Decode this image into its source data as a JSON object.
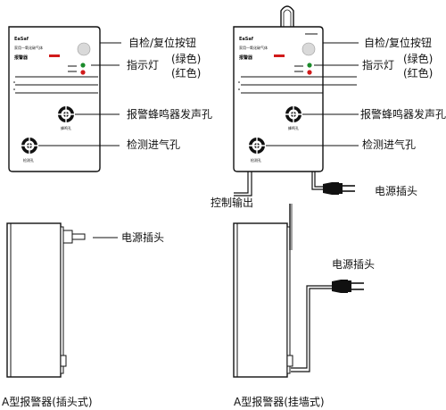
{
  "device_text": {
    "brand": "EaSaf",
    "subtitle": "家用一氧化碳气体",
    "name": "报警器",
    "buzzer_small": "蜂鸣孔",
    "sensor_small": "检测孔"
  },
  "callouts": {
    "self_test_button": "自检/复位按钮",
    "indicator": "指示灯",
    "indicator_green": "(绿色)",
    "indicator_red": "(红色)",
    "buzzer": "报警蜂鸣器发声孔",
    "sensor": "检测进气孔",
    "control_output": "控制输出",
    "power_plug": "电源插头"
  },
  "captions": {
    "plug_type": "A型报警器(插头式)",
    "wall_type": "A型报警器(挂墙式)"
  },
  "colors": {
    "red_led": "#d11a1a",
    "green_led": "#1a8a2a",
    "button_gray": "#d9d9d9"
  }
}
